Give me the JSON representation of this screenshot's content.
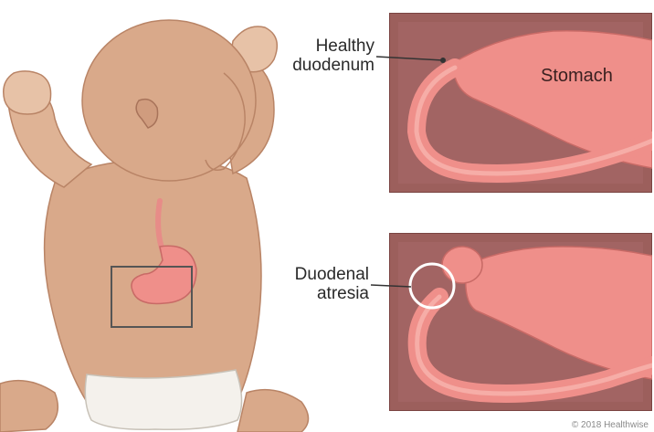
{
  "labels": {
    "healthy_duodenum": [
      "Healthy",
      "duodenum"
    ],
    "stomach": "Stomach",
    "duodenal_atresia": [
      "Duodenal",
      "atresia"
    ]
  },
  "copyright": "© 2018 Healthwise",
  "colors": {
    "skin": "#d9a98a",
    "skin_shadow": "#c08a6c",
    "panel_bg": "#9c5f5c",
    "organ": "#ef8f8a",
    "organ_highlight": "#f8b4ae",
    "diaper": "#f4f1ec"
  }
}
